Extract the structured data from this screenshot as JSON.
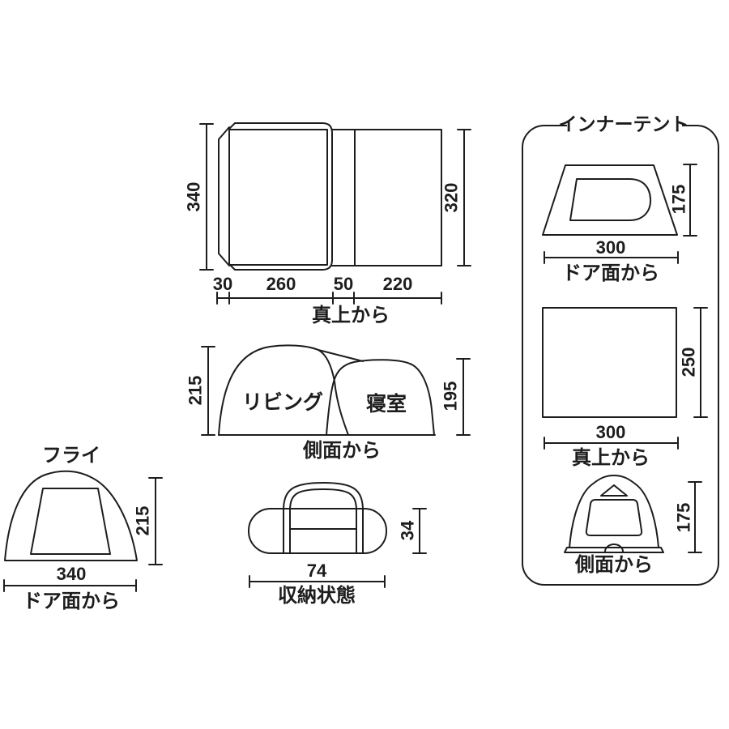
{
  "colors": {
    "line": "#1d1d1d",
    "background": "#ffffff"
  },
  "top_view": {
    "caption": "真上から",
    "height_left": "340",
    "height_right": "320",
    "widths": [
      "30",
      "260",
      "50",
      "220"
    ]
  },
  "side_view": {
    "caption": "側面から",
    "height_left": "215",
    "height_right": "195",
    "left_room": "リビング",
    "right_room": "寝室"
  },
  "fly_view": {
    "title": "フライ",
    "caption": "ドア面から",
    "height": "215",
    "width": "340"
  },
  "storage_view": {
    "caption": "収納状態",
    "height": "34",
    "width": "74"
  },
  "inner_tent": {
    "title": "インナーテント",
    "door_view": {
      "caption": "ドア面から",
      "height": "175",
      "width": "300"
    },
    "top_view": {
      "caption": "真上から",
      "height": "250",
      "width": "300"
    },
    "side_view": {
      "caption": "側面から",
      "height": "175"
    }
  }
}
